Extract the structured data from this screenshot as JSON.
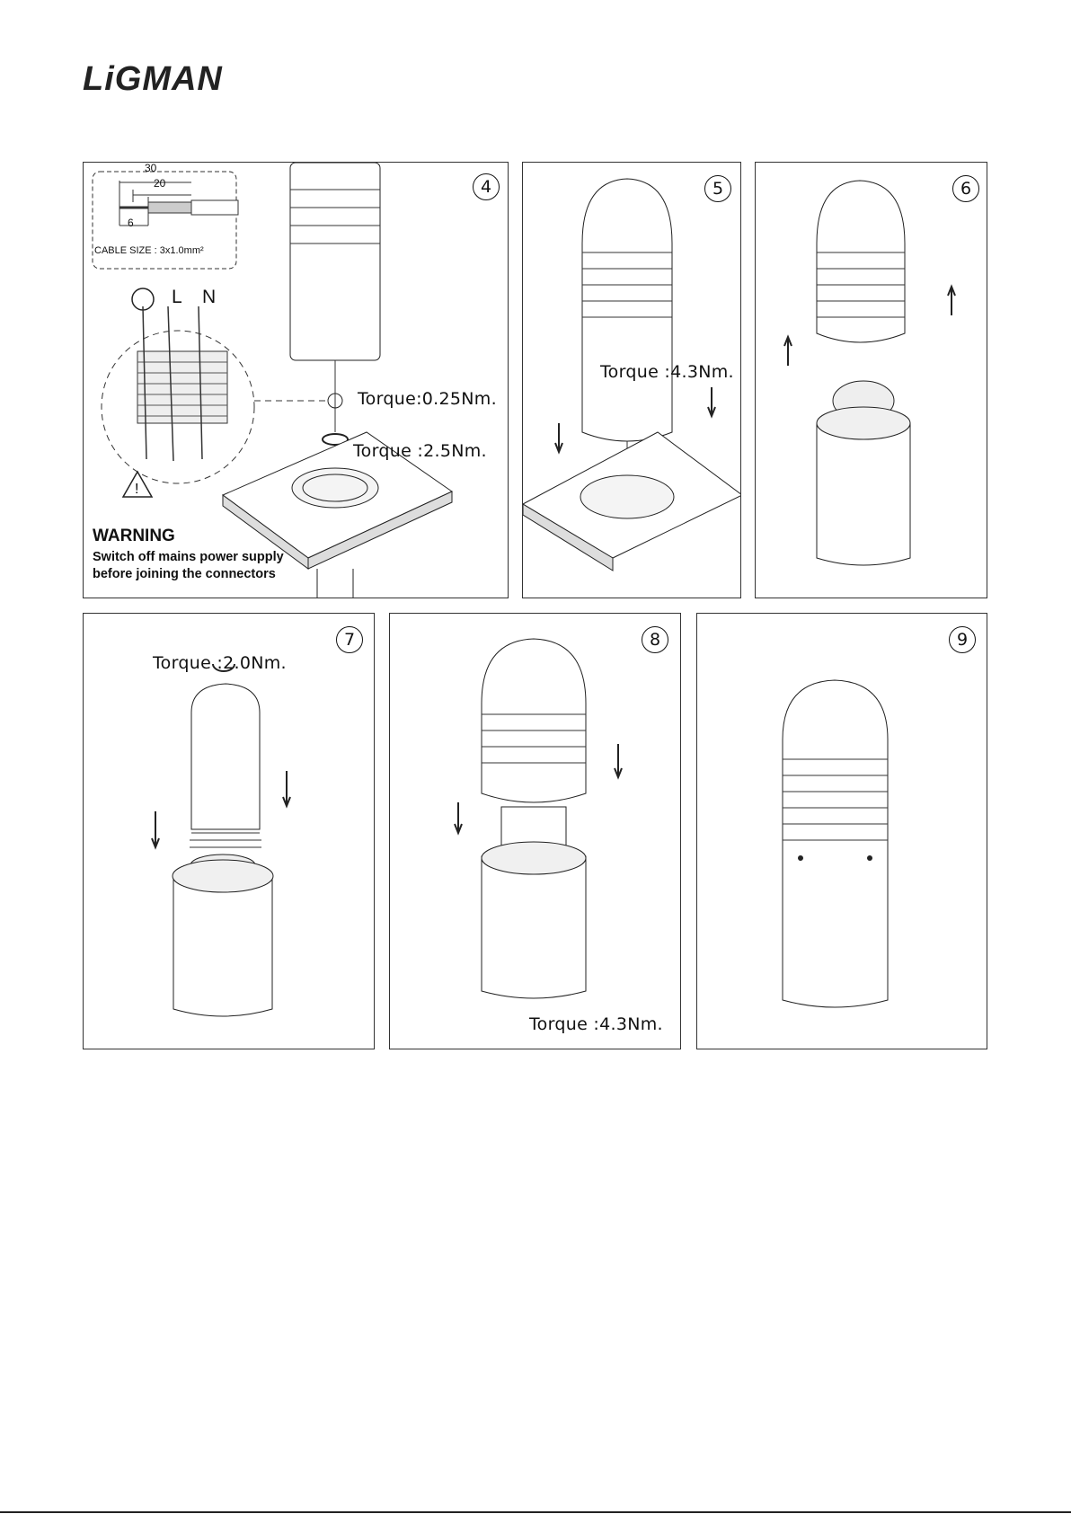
{
  "brand": {
    "logo_text": "LiGMAN"
  },
  "cable": {
    "size_label": "CABLE SIZE : 3x1.0mm²",
    "dims": [
      "30",
      "20",
      "6"
    ]
  },
  "wires": {
    "earth": "⏚",
    "live": "L",
    "neutral": "N"
  },
  "warning": {
    "title": "WARNING",
    "line1": "Switch off mains power supply",
    "line2": "before joining the connectors"
  },
  "steps": [
    {
      "number": "4",
      "torques": [
        "Torque:0.25Nm.",
        "Torque :2.5Nm."
      ]
    },
    {
      "number": "5",
      "torques": [
        "Torque :4.3Nm."
      ]
    },
    {
      "number": "6",
      "torques": []
    },
    {
      "number": "7",
      "torques": [
        "Torque :2.0Nm."
      ]
    },
    {
      "number": "8",
      "torques": [
        "Torque :4.3Nm."
      ]
    },
    {
      "number": "9",
      "torques": []
    }
  ]
}
